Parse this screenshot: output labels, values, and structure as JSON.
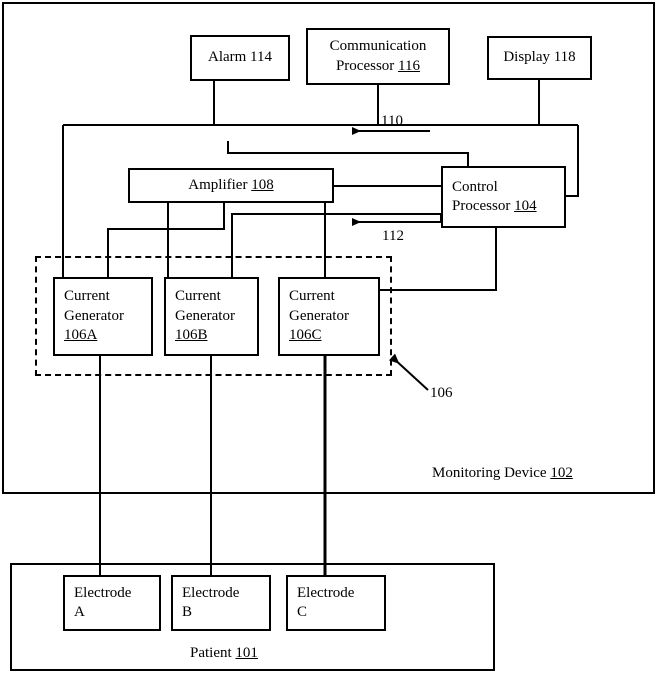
{
  "figure": {
    "title": "Patient monitoring device block diagram",
    "stroke_color": "#000000",
    "background_color": "#ffffff"
  },
  "monitoring_device": {
    "caption_text": "Monitoring Device ",
    "caption_ref": "102"
  },
  "patient": {
    "caption_text": "Patient ",
    "caption_ref": "101"
  },
  "blocks": {
    "alarm": {
      "line1": "Alarm 114",
      "ref": "114",
      "ref_underlined": false
    },
    "communication_processor": {
      "line1": "Communication",
      "line2": "Processor ",
      "ref": "116",
      "ref_underlined": true
    },
    "display": {
      "line1": "Display 118",
      "ref": "118",
      "ref_underlined": false
    },
    "amplifier": {
      "line1": "Amplifier ",
      "ref": "108",
      "ref_underlined": true
    },
    "control_processor": {
      "line1": "Control",
      "line2": "Processor ",
      "ref": "104",
      "ref_underlined": true
    },
    "current_generator_a": {
      "line1": "Current",
      "line2": "Generator",
      "ref": "106A",
      "ref_underlined": true
    },
    "current_generator_b": {
      "line1": "Current",
      "line2": "Generator",
      "ref": "106B",
      "ref_underlined": true
    },
    "current_generator_c": {
      "line1": "Current",
      "line2": "Generator",
      "ref": "106C",
      "ref_underlined": true
    },
    "electrode_a": {
      "line1": "Electrode",
      "line2": "A"
    },
    "electrode_b": {
      "line1": "Electrode",
      "line2": "B"
    },
    "electrode_c": {
      "line1": "Electrode",
      "line2": "C"
    }
  },
  "reference_labels": {
    "signal_110": "110",
    "signal_112": "112",
    "group_106": "106"
  }
}
